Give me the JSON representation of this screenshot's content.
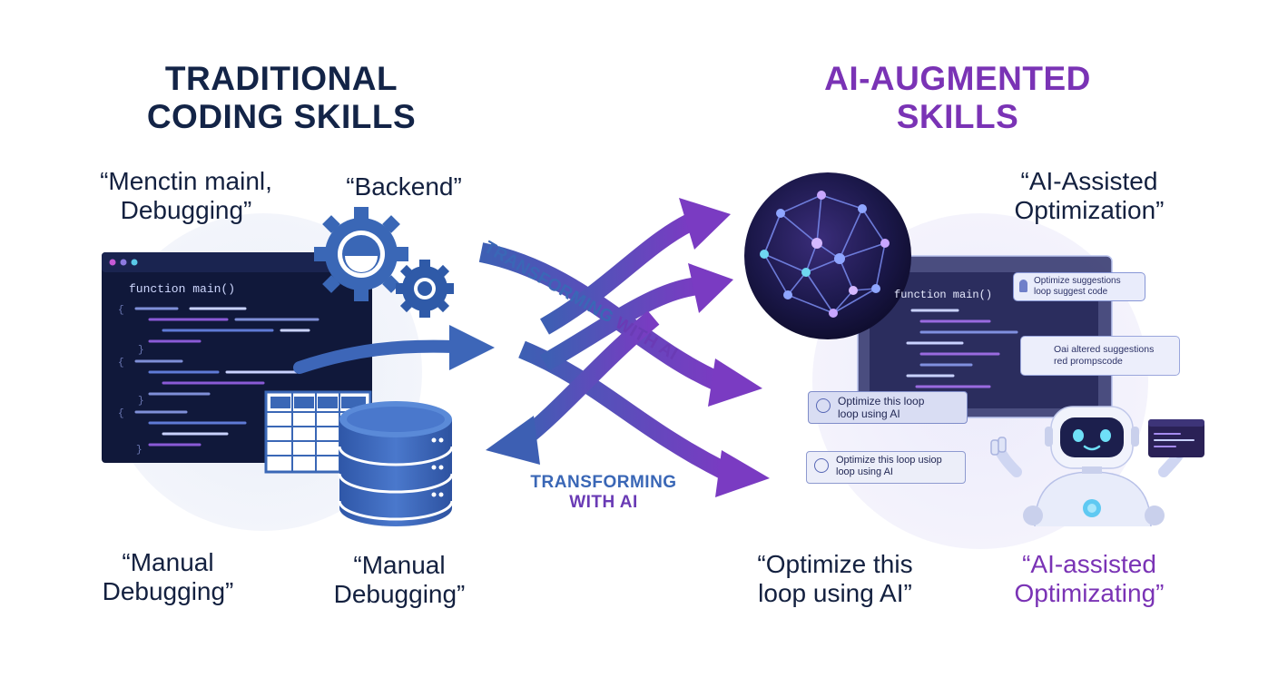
{
  "colors": {
    "navy": "#132447",
    "purple": "#7a33b5",
    "blue": "#3a67b6",
    "arrow_blue": "#3d5fb3",
    "arrow_purple": "#7a3bc2",
    "editor_bg": "#10183a"
  },
  "left": {
    "heading_line1": "TRADITIONAL",
    "heading_line2": "CODING SKILLS",
    "quote_tl_line1": "“Menctin mainl,",
    "quote_tl_line2": "Debugging”",
    "quote_backend": "“Backend”",
    "quote_bl_line1": "“Manual",
    "quote_bl_line2": "Debugging”",
    "quote_bc_line1": "“Manual",
    "quote_bc_line2": "Debugging”",
    "editor_code": "function main()"
  },
  "center": {
    "transform_top_a": "TRANSFORMING",
    "transform_top_b": "WITH AI",
    "transform_bottom_line1": "TRANSFORMING",
    "transform_bottom_line2": "WITH AI"
  },
  "right": {
    "heading_line1": "AI-AUGMENTED",
    "heading_line2": "SKILLS",
    "quote_tr_line1": "“AI-Assisted",
    "quote_tr_line2": "Optimization”",
    "quote_bl_line1": "“Optimize this",
    "quote_bl_line2": "loop using AI”",
    "quote_br_line1": "“AI-assisted",
    "quote_br_line2": "Optimizating”",
    "editor_code": "function main()",
    "bubble_top_line1": "Optimize suggestions",
    "bubble_top_line2": "loop suggest code",
    "bubble_mid_line1": "Oai altered suggestions",
    "bubble_mid_line2": "red prompscode",
    "bubble_a_line1": "Optimize this loop",
    "bubble_a_line2": "loop using AI",
    "bubble_b_line1": "Optimize this loop usiop",
    "bubble_b_line2": "loop using AI"
  },
  "icons": [
    "gear-icon",
    "database-icon",
    "table-grid-icon",
    "neural-network-icon",
    "robot-icon",
    "user-icon",
    "code-window-icon"
  ]
}
